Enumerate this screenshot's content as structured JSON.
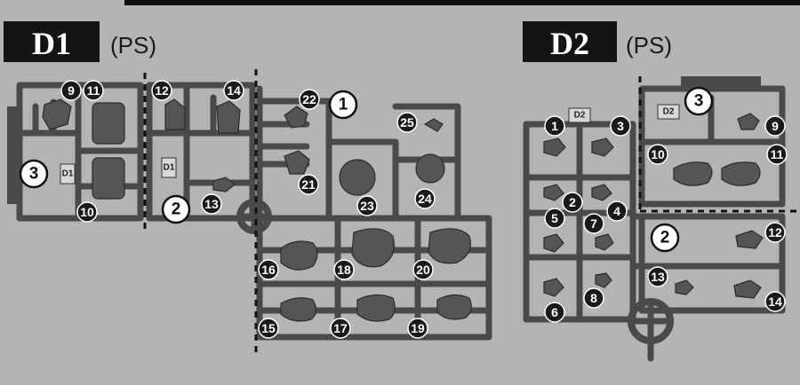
{
  "sheets": [
    {
      "title": "D1",
      "material": "(PS)",
      "tag": "D1"
    },
    {
      "title": "D2",
      "material": "(PS)",
      "tag": "D2"
    }
  ],
  "d1_parts": [
    {
      "n": "9"
    },
    {
      "n": "11"
    },
    {
      "n": "10"
    },
    {
      "n": "12"
    },
    {
      "n": "14"
    },
    {
      "n": "13"
    },
    {
      "n": "22"
    },
    {
      "n": "21"
    },
    {
      "n": "23"
    },
    {
      "n": "25"
    },
    {
      "n": "24"
    },
    {
      "n": "16"
    },
    {
      "n": "18"
    },
    {
      "n": "20"
    },
    {
      "n": "15"
    },
    {
      "n": "17"
    },
    {
      "n": "19"
    }
  ],
  "d1_sections": [
    {
      "n": "3"
    },
    {
      "n": "2"
    },
    {
      "n": "1"
    }
  ],
  "d2_parts": [
    {
      "n": "1"
    },
    {
      "n": "3"
    },
    {
      "n": "2"
    },
    {
      "n": "4"
    },
    {
      "n": "5"
    },
    {
      "n": "7"
    },
    {
      "n": "8"
    },
    {
      "n": "6"
    },
    {
      "n": "10"
    },
    {
      "n": "9"
    },
    {
      "n": "11"
    },
    {
      "n": "12"
    },
    {
      "n": "13"
    },
    {
      "n": "14"
    }
  ],
  "d2_sections": [
    {
      "n": "3"
    },
    {
      "n": "2"
    }
  ]
}
